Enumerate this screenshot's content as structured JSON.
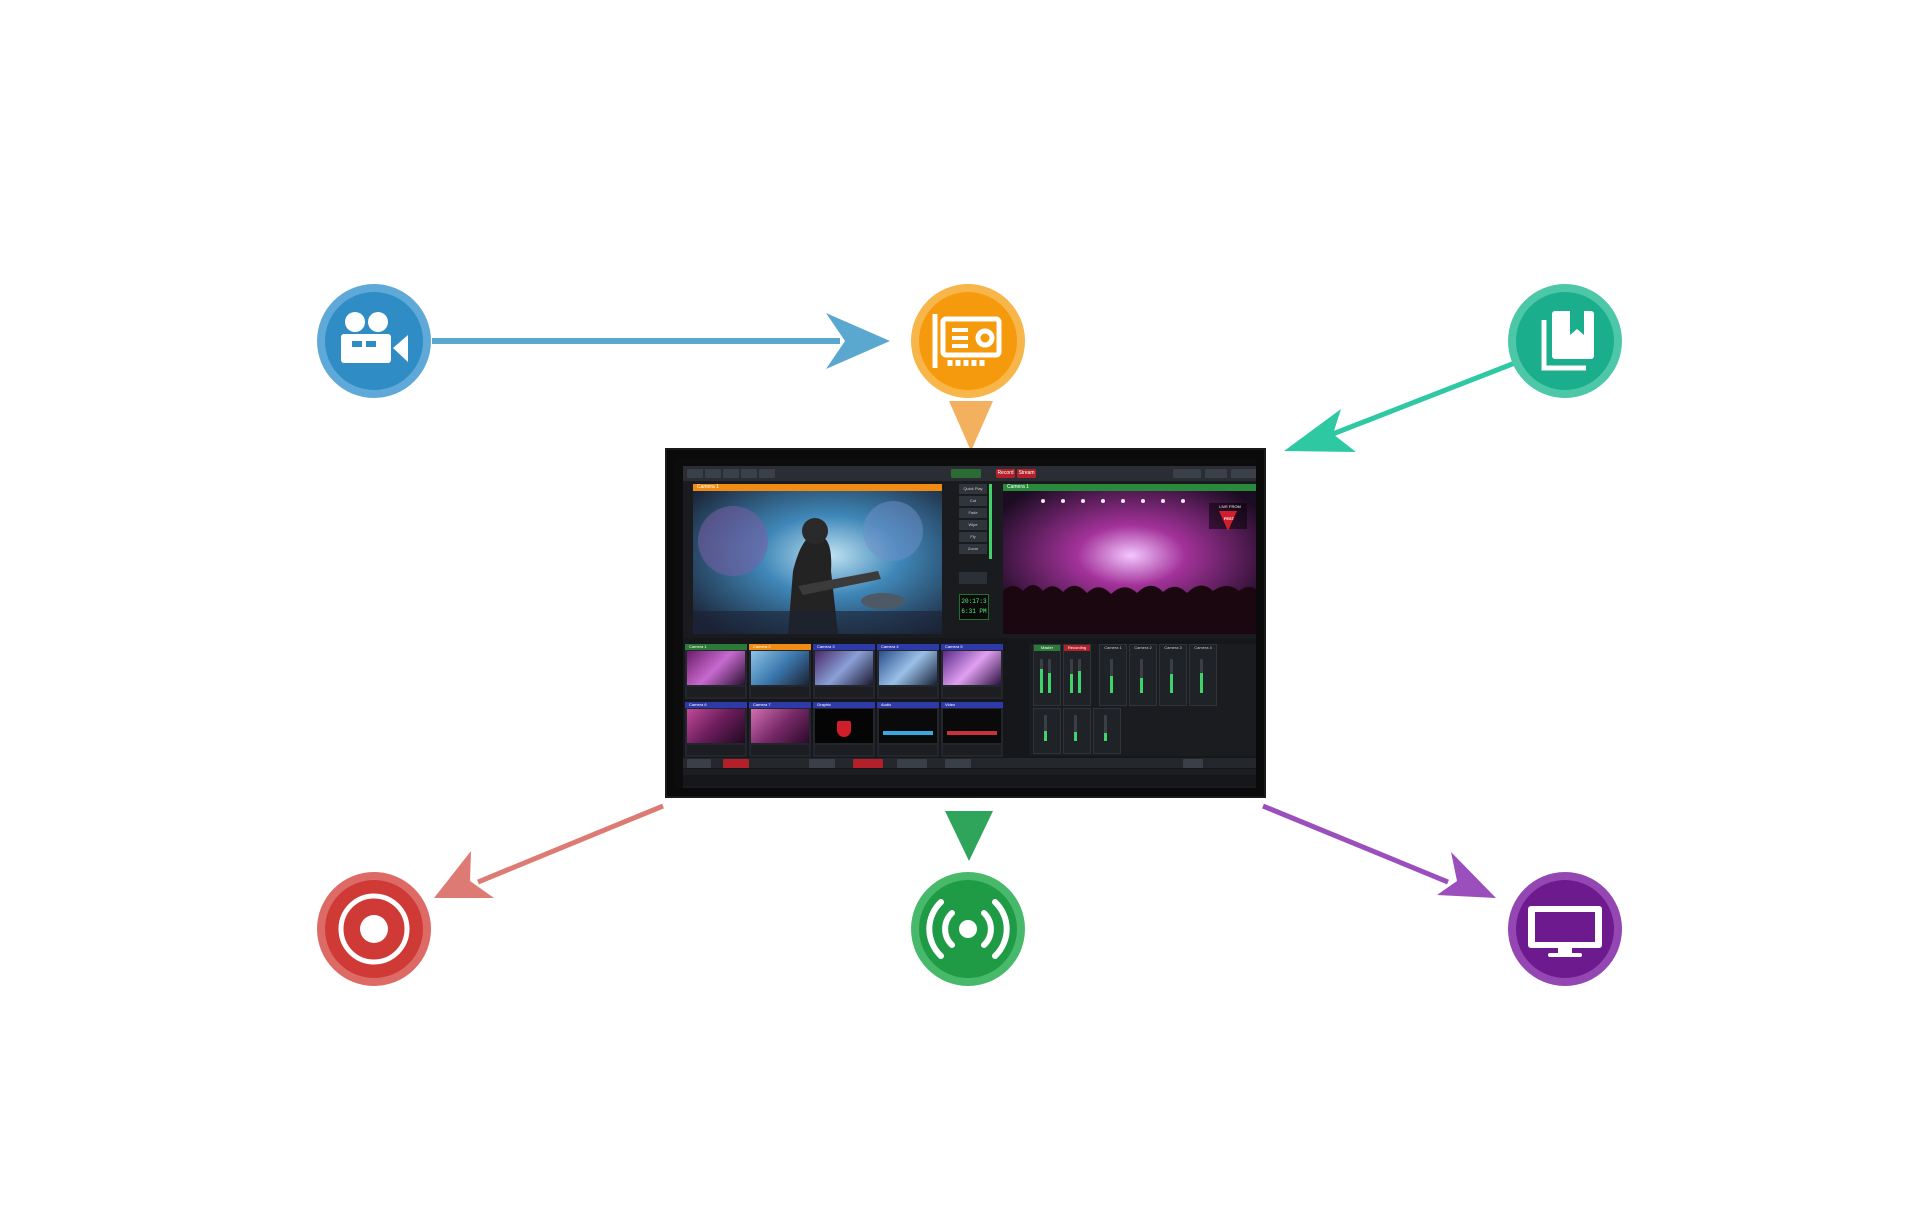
{
  "nodes": [
    {
      "id": "camera",
      "icon": "video-camera-icon",
      "color": "#2f8cc4",
      "ring": "#5ea9d7"
    },
    {
      "id": "capture-card",
      "icon": "capture-card-icon",
      "color": "#f59a0c",
      "ring": "#f7b54a"
    },
    {
      "id": "media-library",
      "icon": "media-library-icon",
      "color": "#1bae8c",
      "ring": "#4cc7a8"
    },
    {
      "id": "record",
      "icon": "record-icon",
      "color": "#cf3a36",
      "ring": "#de6a66"
    },
    {
      "id": "stream",
      "icon": "broadcast-icon",
      "color": "#1f9b46",
      "ring": "#48b96b"
    },
    {
      "id": "display-output",
      "icon": "monitor-icon",
      "color": "#6d1a8f",
      "ring": "#9446b2"
    }
  ],
  "arrows": [
    {
      "from": "camera",
      "to": "capture-card",
      "color": "#5aa8cf"
    },
    {
      "from": "capture-card",
      "to": "software",
      "color": "#f3b05e"
    },
    {
      "from": "media-library",
      "to": "software",
      "color": "#2ec9a3"
    },
    {
      "from": "software",
      "to": "record",
      "color": "#de7a74"
    },
    {
      "from": "software",
      "to": "stream",
      "color": "#2fa55b"
    },
    {
      "from": "software",
      "to": "display-output",
      "color": "#9a4fbd"
    }
  ],
  "software": {
    "toolbar": [
      "Record",
      "Stream"
    ],
    "monitors": [
      "Camera 1",
      "Camera 1"
    ],
    "transitions": [
      "Quick Play",
      "Cut",
      "Fade",
      "Wipe",
      "Fly",
      "Zoom"
    ],
    "clock": [
      "20:17:3",
      "6:31 PM"
    ],
    "cameras": [
      "Camera 1",
      "Camera 2",
      "Camera 3",
      "Camera 4",
      "Camera 5"
    ],
    "inputs_row2": [
      "Camera 6",
      "Camera 7",
      "Graphic",
      "Audio",
      "Video"
    ],
    "overlay": {
      "line1": "LIVE FROM",
      "line2": "FEST"
    },
    "mixer": [
      "Master",
      "Recording",
      "Camera 1",
      "Camera 2",
      "Camera 3",
      "Camera 4"
    ]
  }
}
